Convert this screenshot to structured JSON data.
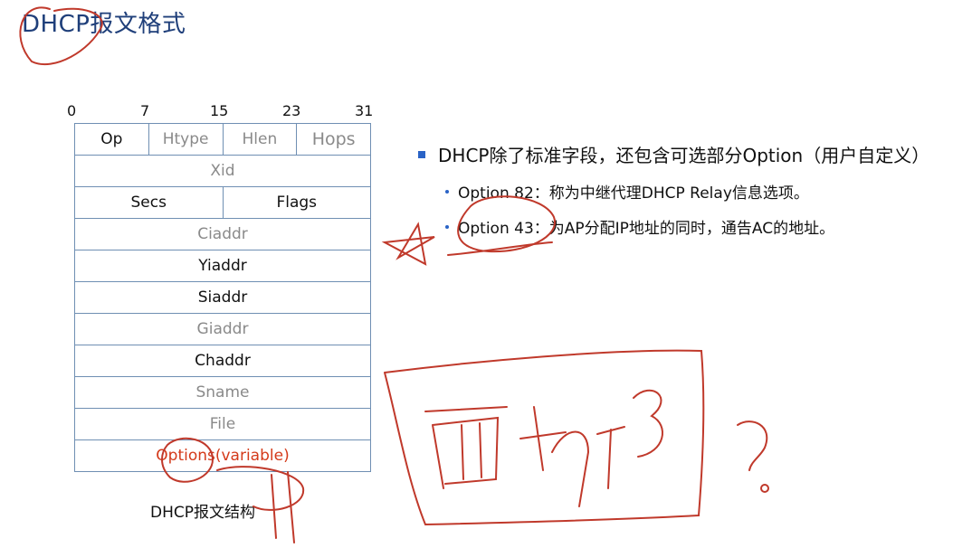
{
  "slide": {
    "title": "DHCP报文格式"
  },
  "bit_positions": [
    "0",
    "7",
    "15",
    "23",
    "31"
  ],
  "packet_table": {
    "rows": [
      [
        "Op",
        "Htype",
        "Hlen",
        "Hops"
      ],
      [
        "Xid"
      ],
      [
        "Secs",
        "Flags"
      ],
      [
        "Ciaddr"
      ],
      [
        "Yiaddr"
      ],
      [
        "Siaddr"
      ],
      [
        "Giaddr"
      ],
      [
        "Chaddr"
      ],
      [
        "Sname"
      ],
      [
        "File"
      ],
      [
        "Options(variable)"
      ]
    ],
    "caption": "DHCP报文结构"
  },
  "bullets": {
    "main": "DHCP除了标准字段，还包含可选部分Option（用户自定义）",
    "sub": [
      "Option 82：称为中继代理DHCP Relay信息选项。",
      "Option 43：为AP分配IP地址的同时，通告AC的地址。"
    ]
  },
  "colors": {
    "title": "#1f3f7a",
    "accent": "#2a63c6",
    "annotation": "#c0392b",
    "options_text": "#d43a1a"
  }
}
